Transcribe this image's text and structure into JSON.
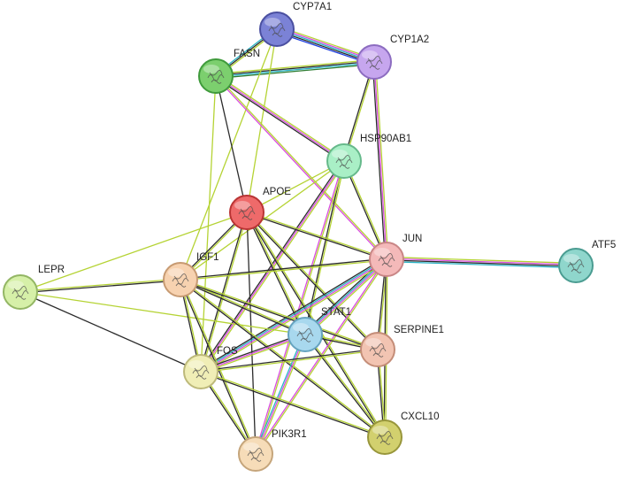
{
  "colors": {
    "textmining": "#b5d334",
    "experiments": "#d94ddf",
    "databases": "#2ab3c6",
    "coexpression": "#2b2b2b",
    "neighborhood": "#2e7d32",
    "fusion": "#1f3fe0",
    "cooccurrence": "#8a8a8a"
  },
  "nodes": [
    {
      "id": "CYP7A1",
      "label": "CYP7A1",
      "color": "#7b82d6",
      "stroke": "#4a4fa0",
      "icon": "protein-structure-icon"
    },
    {
      "id": "CYP1A2",
      "label": "CYP1A2",
      "color": "#c6a6ee",
      "stroke": "#8c6cc0",
      "icon": "protein-structure-icon"
    },
    {
      "id": "FASN",
      "label": "FASN",
      "color": "#7ccf6e",
      "stroke": "#3f9a3b",
      "icon": "protein-structure-icon"
    },
    {
      "id": "HSP90AB1",
      "label": "HSP90AB1",
      "color": "#a9efc6",
      "stroke": "#66b98b",
      "icon": "protein-structure-icon"
    },
    {
      "id": "APOE",
      "label": "APOE",
      "color": "#ee6a6a",
      "stroke": "#b93434",
      "icon": "protein-structure-icon"
    },
    {
      "id": "JUN",
      "label": "JUN",
      "color": "#f4b9b9",
      "stroke": "#c98686",
      "icon": "protein-structure-icon"
    },
    {
      "id": "ATF5",
      "label": "ATF5",
      "color": "#8fd6cc",
      "stroke": "#4a9c91",
      "icon": "protein-structure-icon"
    },
    {
      "id": "LEPR",
      "label": "LEPR",
      "color": "#d6f0a8",
      "stroke": "#93b664",
      "icon": "protein-structure-icon"
    },
    {
      "id": "IGF1",
      "label": "IGF1",
      "color": "#f7d2b0",
      "stroke": "#c79a72",
      "icon": "protein-structure-icon"
    },
    {
      "id": "STAT1",
      "label": "STAT1",
      "color": "#a8d8ee",
      "stroke": "#66a3c0",
      "icon": "protein-structure-icon"
    },
    {
      "id": "SERPINE1",
      "label": "SERPINE1",
      "color": "#f2c4b2",
      "stroke": "#c48d78",
      "icon": "protein-structure-icon"
    },
    {
      "id": "FOS",
      "label": "FOS",
      "color": "#f0eeb6",
      "stroke": "#bdb97a",
      "icon": "protein-structure-icon"
    },
    {
      "id": "PIK3R1",
      "label": "PIK3R1",
      "color": "#f6dcb8",
      "stroke": "#c5a57b",
      "icon": "protein-structure-icon"
    },
    {
      "id": "CXCL10",
      "label": "CXCL10",
      "color": "#d2d06e",
      "stroke": "#98963b",
      "icon": "protein-structure-icon"
    }
  ],
  "edges": [
    {
      "source": "CYP7A1",
      "target": "CYP1A2",
      "types": [
        "textmining",
        "experiments",
        "databases",
        "coexpression",
        "fusion"
      ]
    },
    {
      "source": "CYP7A1",
      "target": "FASN",
      "types": [
        "textmining",
        "coexpression",
        "databases"
      ]
    },
    {
      "source": "FASN",
      "target": "CYP1A2",
      "types": [
        "textmining",
        "coexpression",
        "databases",
        "neighborhood"
      ]
    },
    {
      "source": "CYP7A1",
      "target": "APOE",
      "types": [
        "textmining"
      ]
    },
    {
      "source": "CYP7A1",
      "target": "IGF1",
      "types": [
        "textmining"
      ]
    },
    {
      "source": "FASN",
      "target": "HSP90AB1",
      "types": [
        "textmining",
        "experiments",
        "coexpression"
      ]
    },
    {
      "source": "FASN",
      "target": "JUN",
      "types": [
        "textmining",
        "experiments"
      ]
    },
    {
      "source": "FASN",
      "target": "APOE",
      "types": [
        "coexpression"
      ]
    },
    {
      "source": "FASN",
      "target": "FOS",
      "types": [
        "textmining"
      ]
    },
    {
      "source": "CYP1A2",
      "target": "HSP90AB1",
      "types": [
        "textmining",
        "coexpression"
      ]
    },
    {
      "source": "CYP1A2",
      "target": "JUN",
      "types": [
        "textmining",
        "experiments",
        "coexpression"
      ]
    },
    {
      "source": "HSP90AB1",
      "target": "APOE",
      "types": [
        "textmining"
      ]
    },
    {
      "source": "HSP90AB1",
      "target": "JUN",
      "types": [
        "textmining",
        "coexpression"
      ]
    },
    {
      "source": "HSP90AB1",
      "target": "FOS",
      "types": [
        "textmining",
        "experiments",
        "coexpression"
      ]
    },
    {
      "source": "HSP90AB1",
      "target": "STAT1",
      "types": [
        "textmining",
        "coexpression"
      ]
    },
    {
      "source": "HSP90AB1",
      "target": "PIK3R1",
      "types": [
        "textmining",
        "experiments"
      ]
    },
    {
      "source": "HSP90AB1",
      "target": "IGF1",
      "types": [
        "textmining"
      ]
    },
    {
      "source": "APOE",
      "target": "JUN",
      "types": [
        "textmining",
        "coexpression"
      ]
    },
    {
      "source": "APOE",
      "target": "LEPR",
      "types": [
        "textmining"
      ]
    },
    {
      "source": "APOE",
      "target": "IGF1",
      "types": [
        "textmining",
        "coexpression"
      ]
    },
    {
      "source": "APOE",
      "target": "STAT1",
      "types": [
        "textmining",
        "coexpression"
      ]
    },
    {
      "source": "APOE",
      "target": "SERPINE1",
      "types": [
        "textmining",
        "coexpression"
      ]
    },
    {
      "source": "APOE",
      "target": "FOS",
      "types": [
        "textmining",
        "coexpression"
      ]
    },
    {
      "source": "APOE",
      "target": "CXCL10",
      "types": [
        "textmining",
        "coexpression"
      ]
    },
    {
      "source": "APOE",
      "target": "PIK3R1",
      "types": [
        "coexpression"
      ]
    },
    {
      "source": "JUN",
      "target": "ATF5",
      "types": [
        "textmining",
        "experiments",
        "coexpression",
        "databases"
      ]
    },
    {
      "source": "JUN",
      "target": "IGF1",
      "types": [
        "textmining",
        "coexpression"
      ]
    },
    {
      "source": "JUN",
      "target": "STAT1",
      "types": [
        "textmining",
        "experiments",
        "databases",
        "coexpression"
      ]
    },
    {
      "source": "JUN",
      "target": "FOS",
      "types": [
        "textmining",
        "experiments",
        "databases",
        "coexpression"
      ]
    },
    {
      "source": "JUN",
      "target": "SERPINE1",
      "types": [
        "textmining",
        "coexpression"
      ]
    },
    {
      "source": "JUN",
      "target": "CXCL10",
      "types": [
        "textmining",
        "coexpression"
      ]
    },
    {
      "source": "JUN",
      "target": "PIK3R1",
      "types": [
        "textmining",
        "experiments"
      ]
    },
    {
      "source": "LEPR",
      "target": "IGF1",
      "types": [
        "textmining",
        "coexpression"
      ]
    },
    {
      "source": "LEPR",
      "target": "FOS",
      "types": [
        "coexpression"
      ]
    },
    {
      "source": "LEPR",
      "target": "STAT1",
      "types": [
        "textmining"
      ]
    },
    {
      "source": "IGF1",
      "target": "STAT1",
      "types": [
        "textmining",
        "coexpression"
      ]
    },
    {
      "source": "IGF1",
      "target": "SERPINE1",
      "types": [
        "textmining",
        "coexpression"
      ]
    },
    {
      "source": "IGF1",
      "target": "FOS",
      "types": [
        "textmining",
        "coexpression"
      ]
    },
    {
      "source": "IGF1",
      "target": "PIK3R1",
      "types": [
        "textmining",
        "coexpression"
      ]
    },
    {
      "source": "IGF1",
      "target": "CXCL10",
      "types": [
        "textmining",
        "coexpression"
      ]
    },
    {
      "source": "STAT1",
      "target": "SERPINE1",
      "types": [
        "textmining",
        "coexpression"
      ]
    },
    {
      "source": "STAT1",
      "target": "FOS",
      "types": [
        "textmining",
        "experiments",
        "coexpression"
      ]
    },
    {
      "source": "STAT1",
      "target": "PIK3R1",
      "types": [
        "textmining",
        "experiments",
        "databases"
      ]
    },
    {
      "source": "STAT1",
      "target": "CXCL10",
      "types": [
        "textmining",
        "coexpression"
      ]
    },
    {
      "source": "SERPINE1",
      "target": "FOS",
      "types": [
        "textmining",
        "coexpression"
      ]
    },
    {
      "source": "SERPINE1",
      "target": "CXCL10",
      "types": [
        "textmining",
        "coexpression"
      ]
    },
    {
      "source": "FOS",
      "target": "PIK3R1",
      "types": [
        "textmining",
        "coexpression"
      ]
    },
    {
      "source": "FOS",
      "target": "CXCL10",
      "types": [
        "textmining",
        "coexpression"
      ]
    }
  ]
}
